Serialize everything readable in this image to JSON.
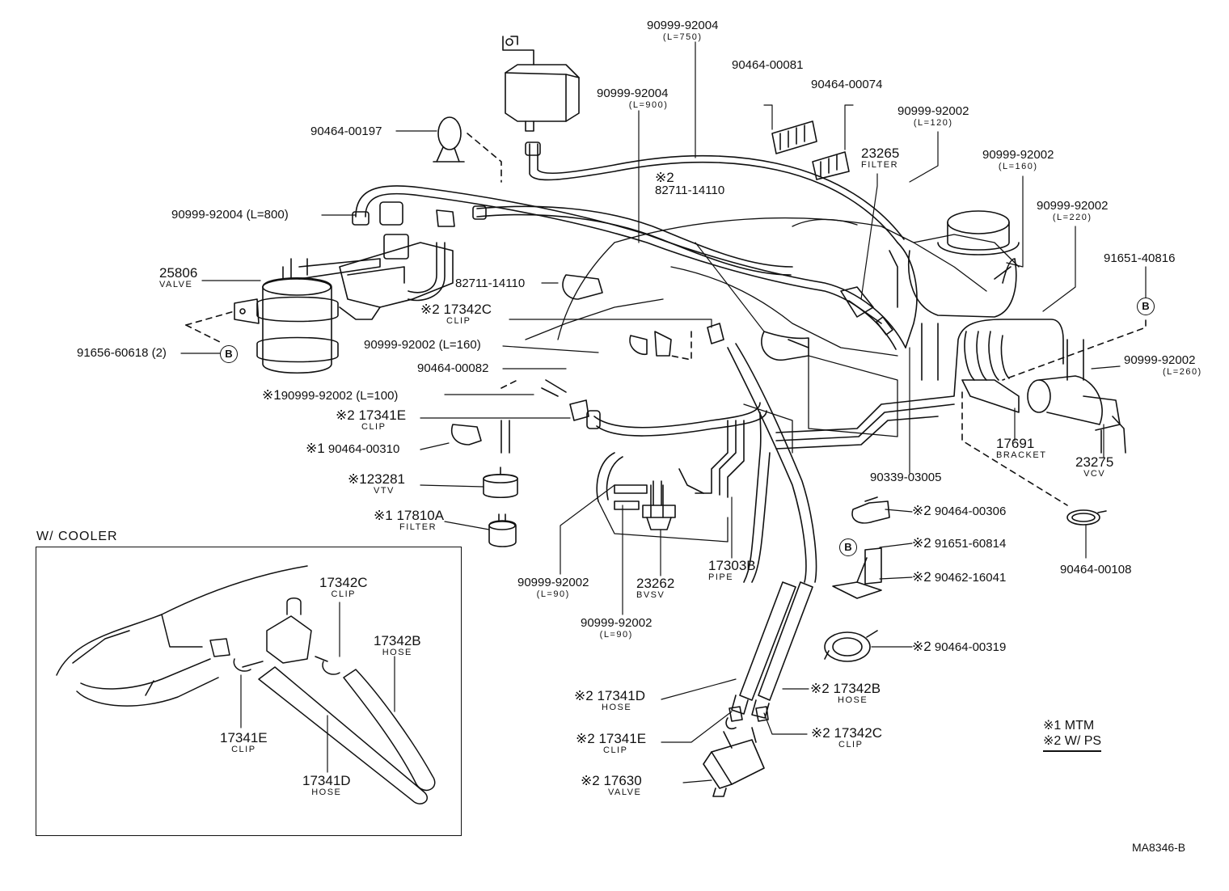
{
  "callouts": [
    {
      "id": "p1",
      "num": "90999-92004",
      "sub": "(L=750)"
    },
    {
      "id": "p2",
      "num": "90464-00081"
    },
    {
      "id": "p3",
      "num": "90464-00074"
    },
    {
      "id": "p4",
      "num": "90999-92004",
      "sub": "(L=900)"
    },
    {
      "id": "p5",
      "num": "90464-00197"
    },
    {
      "id": "p6",
      "num": "90999-92002",
      "sub": "(L=120)"
    },
    {
      "id": "p7",
      "num": "23265",
      "sub": "FILTER"
    },
    {
      "id": "p8",
      "num": "90999-92002",
      "sub": "(L=160)"
    },
    {
      "id": "p9",
      "mark": "※2",
      "num": "82711-14110"
    },
    {
      "id": "p10",
      "num": "90999-92004 (L=800)"
    },
    {
      "id": "p11",
      "num": "90999-92002",
      "sub": "(L=220)"
    },
    {
      "id": "p12",
      "num": "25806",
      "sub": "VALVE"
    },
    {
      "id": "p13",
      "num": "91651-40816"
    },
    {
      "id": "p14",
      "num": "82711-14110"
    },
    {
      "id": "p15",
      "mark": "※2",
      "num": "17342C",
      "sub": "CLIP"
    },
    {
      "id": "p16",
      "num": "91656-60618 (2)"
    },
    {
      "id": "p17",
      "num": "90999-92002 (L=160)"
    },
    {
      "id": "p18",
      "num": "90464-00082"
    },
    {
      "id": "p19",
      "num": "90999-92002",
      "sub": "(L=260)"
    },
    {
      "id": "p20",
      "mark": "※1",
      "num": "90999-92002 (L=100)"
    },
    {
      "id": "p21",
      "mark": "※2",
      "num": "17341E",
      "sub": "CLIP"
    },
    {
      "id": "p22",
      "mark": "※1",
      "num": "90464-00310"
    },
    {
      "id": "p23",
      "num": "17691",
      "sub": "BRACKET"
    },
    {
      "id": "p24",
      "num": "23275",
      "sub": "VCV"
    },
    {
      "id": "p25",
      "mark": "※1",
      "num": "23281",
      "sub": "VTV"
    },
    {
      "id": "p26",
      "num": "90339-03005"
    },
    {
      "id": "p27",
      "mark": "※1",
      "num": "17810A",
      "sub": "FILTER"
    },
    {
      "id": "p28",
      "mark": "※2",
      "num": "90464-00306"
    },
    {
      "id": "p29",
      "mark": "※2",
      "num": "91651-60814"
    },
    {
      "id": "p30",
      "num": "17303B",
      "sub": "PIPE"
    },
    {
      "id": "p31",
      "mark": "※2",
      "num": "90462-16041"
    },
    {
      "id": "p32",
      "num": "90464-00108"
    },
    {
      "id": "p33",
      "num": "90999-92002",
      "sub": "(L=90)"
    },
    {
      "id": "p34",
      "num": "23262",
      "sub": "BVSV"
    },
    {
      "id": "p35",
      "num": "90999-92002",
      "sub": "(L=90)"
    },
    {
      "id": "p36",
      "mark": "※2",
      "num": "90464-00319"
    },
    {
      "id": "p37",
      "mark": "※2",
      "num": "17341D",
      "sub": "HOSE"
    },
    {
      "id": "p38",
      "mark": "※2",
      "num": "17342B",
      "sub": "HOSE"
    },
    {
      "id": "p39",
      "mark": "※2",
      "num": "17341E",
      "sub": "CLIP"
    },
    {
      "id": "p40",
      "mark": "※2",
      "num": "17342C",
      "sub": "CLIP"
    },
    {
      "id": "p41",
      "mark": "※2",
      "num": "17630",
      "sub": "VALVE"
    }
  ],
  "ref_marks": {
    "b1": "B",
    "b2": "B",
    "b3": "B"
  },
  "inset": {
    "title": "W/ COOLER",
    "callouts": [
      {
        "id": "i1",
        "num": "17342C",
        "sub": "CLIP"
      },
      {
        "id": "i2",
        "num": "17342B",
        "sub": "HOSE"
      },
      {
        "id": "i3",
        "num": "17341E",
        "sub": "CLIP"
      },
      {
        "id": "i4",
        "num": "17341D",
        "sub": "HOSE"
      }
    ]
  },
  "legend": {
    "line1": "※1 MTM",
    "line2": "※2 W/ PS"
  },
  "drawing_code": "MA8346-B"
}
